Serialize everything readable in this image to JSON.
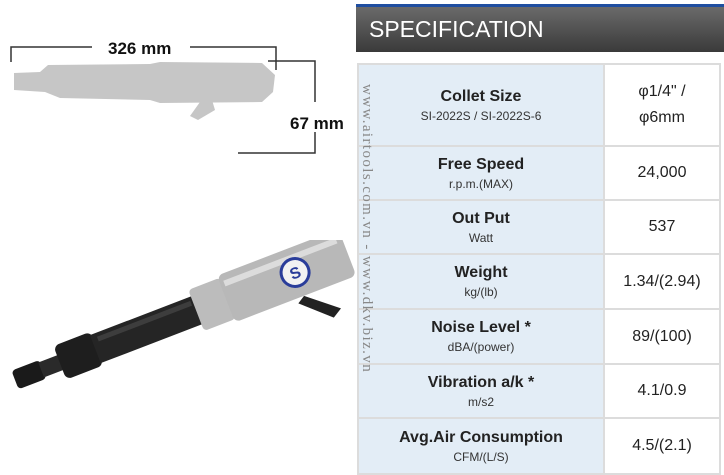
{
  "dimensions": {
    "length": "326 mm",
    "height": "67 mm"
  },
  "header": {
    "title": "SPECIFICATION"
  },
  "watermark": "www.airtools.com.vn - www.dkv.biz.vn",
  "specs": [
    {
      "name": "Collet Size",
      "sub": "SI-2022S / SI-2022S-6",
      "value": "φ1/4\" /",
      "value2": "φ6mm"
    },
    {
      "name": "Free Speed",
      "sub": "r.p.m.(MAX)",
      "value": "24,000"
    },
    {
      "name": "Out Put",
      "sub": "Watt",
      "value": "537"
    },
    {
      "name": "Weight",
      "sub": "kg/(lb)",
      "value": "1.34/(2.94)"
    },
    {
      "name": "Noise Level *",
      "sub": "dBA/(power)",
      "value": "89/(100)"
    },
    {
      "name": "Vibration a/k *",
      "sub": "m/s2",
      "value": "4.1/0.9"
    },
    {
      "name": "Avg.Air Consumption",
      "sub": "CFM/(L/S)",
      "value": "4.5/(2.1)"
    }
  ],
  "colors": {
    "header_top": "#1f4ea0",
    "label_bg": "#e3edf6",
    "brand_logo": "#2a3d9a"
  }
}
